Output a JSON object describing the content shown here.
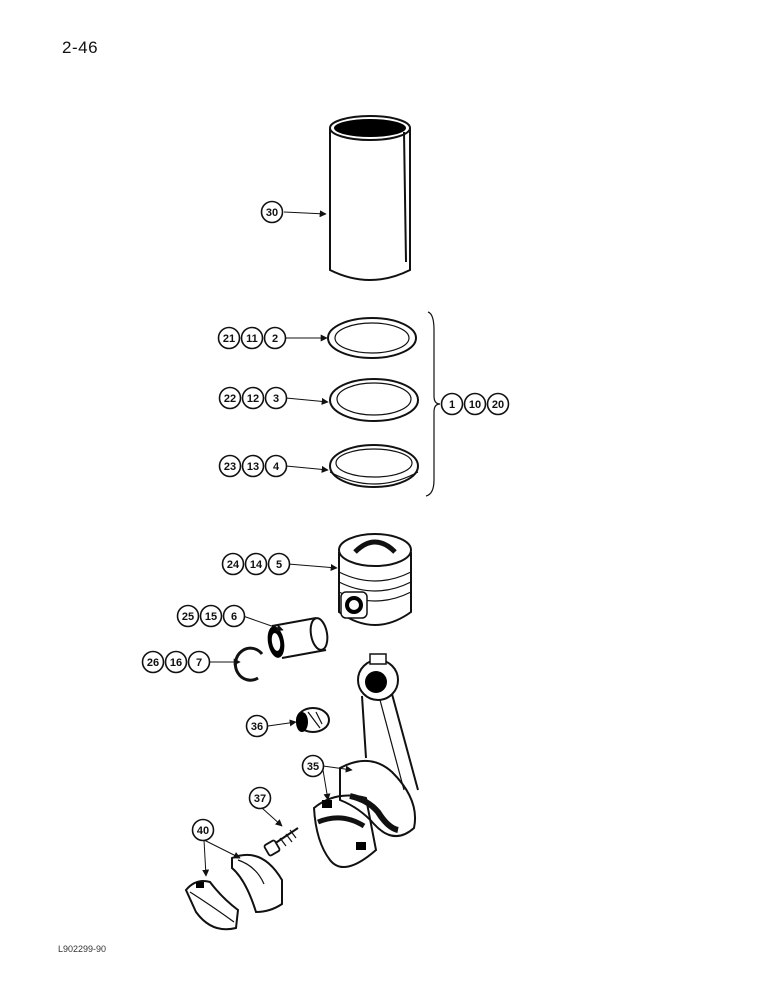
{
  "page": {
    "number": "2-46",
    "figure_code": "L902299-90"
  },
  "callouts": {
    "liner": [
      "30"
    ],
    "ring_top": [
      "21",
      "11",
      "2"
    ],
    "ring_mid": [
      "22",
      "12",
      "3"
    ],
    "ring_bottom": [
      "23",
      "13",
      "4"
    ],
    "ring_set": [
      "1",
      "10",
      "20"
    ],
    "piston": [
      "24",
      "14",
      "5"
    ],
    "pin": [
      "25",
      "15",
      "6"
    ],
    "retainer": [
      "26",
      "16",
      "7"
    ],
    "bushing": [
      "36"
    ],
    "rod": [
      "35"
    ],
    "bolt": [
      "37"
    ],
    "bearing": [
      "40"
    ]
  }
}
